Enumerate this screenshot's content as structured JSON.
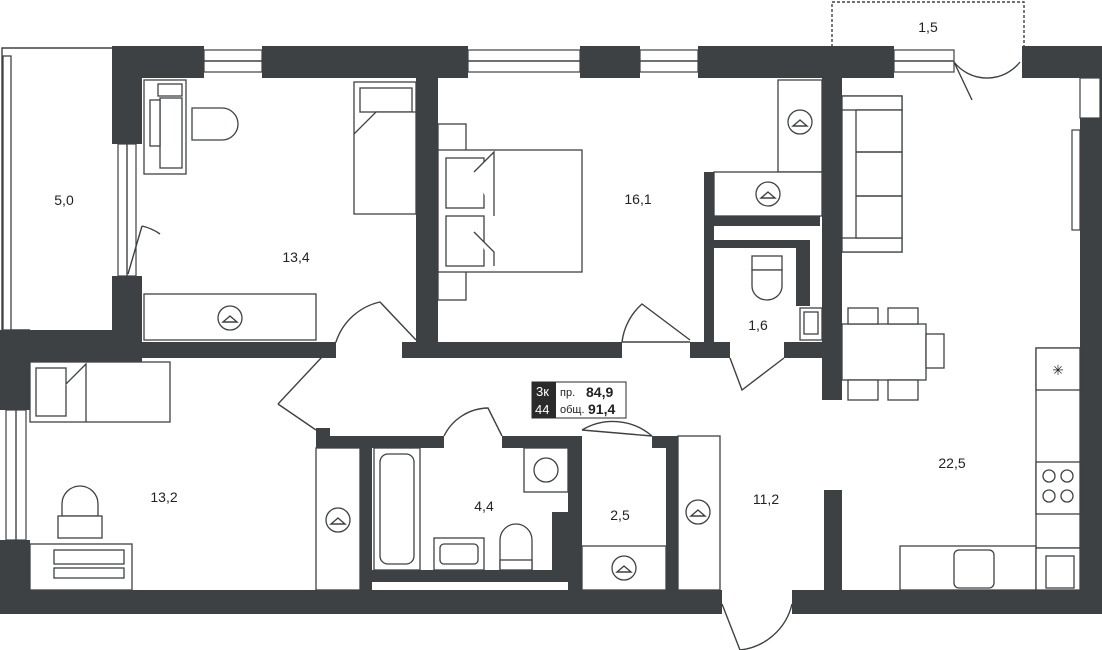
{
  "rooms": [
    {
      "id": "balcony-left",
      "area": "5,0"
    },
    {
      "id": "bedroom-1",
      "area": "13,4"
    },
    {
      "id": "bedroom-2",
      "area": "16,1"
    },
    {
      "id": "balcony-top",
      "area": "1,5"
    },
    {
      "id": "wc",
      "area": "1,6"
    },
    {
      "id": "bedroom-3",
      "area": "13,2"
    },
    {
      "id": "bathroom",
      "area": "4,4"
    },
    {
      "id": "storage",
      "area": "2,5"
    },
    {
      "id": "hallway",
      "area": "11,2"
    },
    {
      "id": "kitchen-living",
      "area": "22,5"
    }
  ],
  "badge": {
    "rooms_code": "3к",
    "number": "44",
    "living_label": "пр.",
    "living_value": "84,9",
    "total_label": "общ.",
    "total_value": "91,4"
  },
  "colors": {
    "wall": "#3e4143",
    "background": "#ffffff",
    "badge_dark": "#2b2b2b"
  }
}
